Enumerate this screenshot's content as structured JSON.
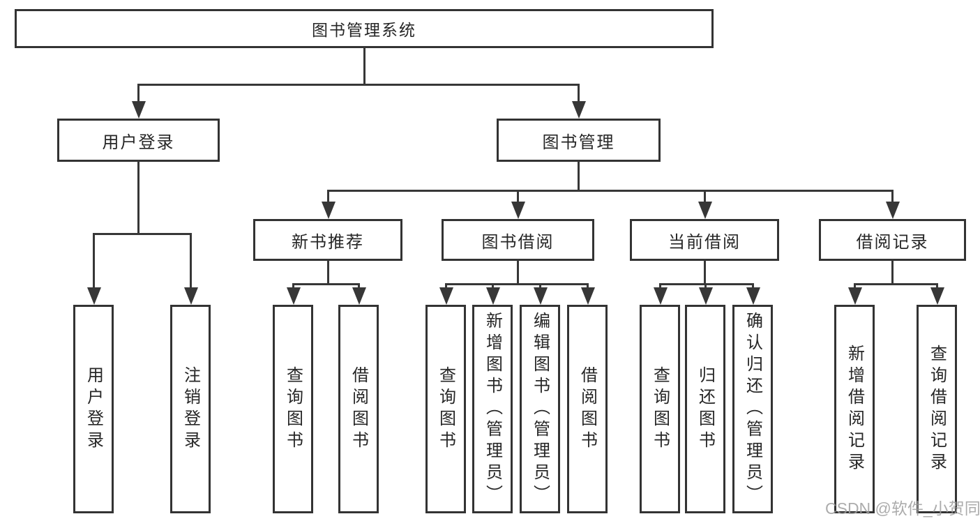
{
  "diagram": {
    "root": "图书管理系统",
    "level1": [
      "用户登录",
      "图书管理"
    ],
    "level2": [
      "新书推荐",
      "图书借阅",
      "当前借阅",
      "借阅记录"
    ],
    "leaves": {
      "user_login": [
        "用户登录",
        "注销登录"
      ],
      "new_book_recommend": [
        "查询图书",
        "借阅图书"
      ],
      "book_borrowing": [
        "查询图书",
        "新增图书（管理员）",
        "编辑图书（管理员）",
        "借阅图书"
      ],
      "current_borrowing": [
        "查询图书",
        "归还图书",
        "确认归还（管理员）"
      ],
      "borrowing_records": [
        "新增借阅记录",
        "查询借阅记录"
      ]
    },
    "colors": {
      "line": "#373737",
      "box_border": "#333333",
      "box_fill": "#ffffff",
      "text": "#262626",
      "watermark": "#9e9e9e"
    }
  },
  "watermark": "CSDN @软件_小贺同学"
}
